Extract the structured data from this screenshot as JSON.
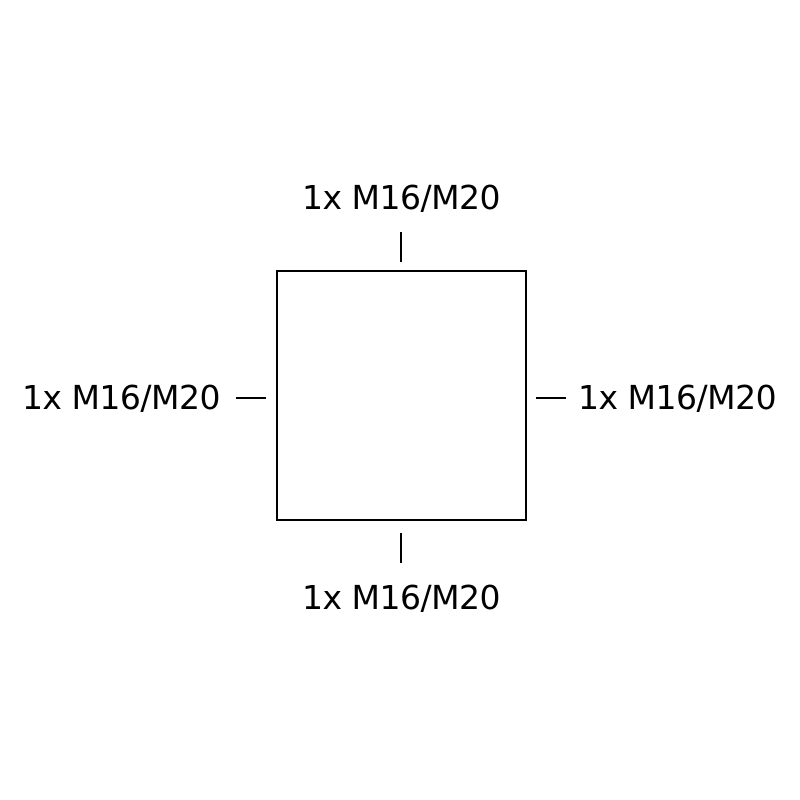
{
  "diagram": {
    "entries": {
      "top": "1x M16/M20",
      "left": "1x M16/M20",
      "right": "1x M16/M20",
      "bottom": "1x M16/M20"
    },
    "colors": {
      "line": "#000000",
      "background": "#ffffff"
    }
  }
}
